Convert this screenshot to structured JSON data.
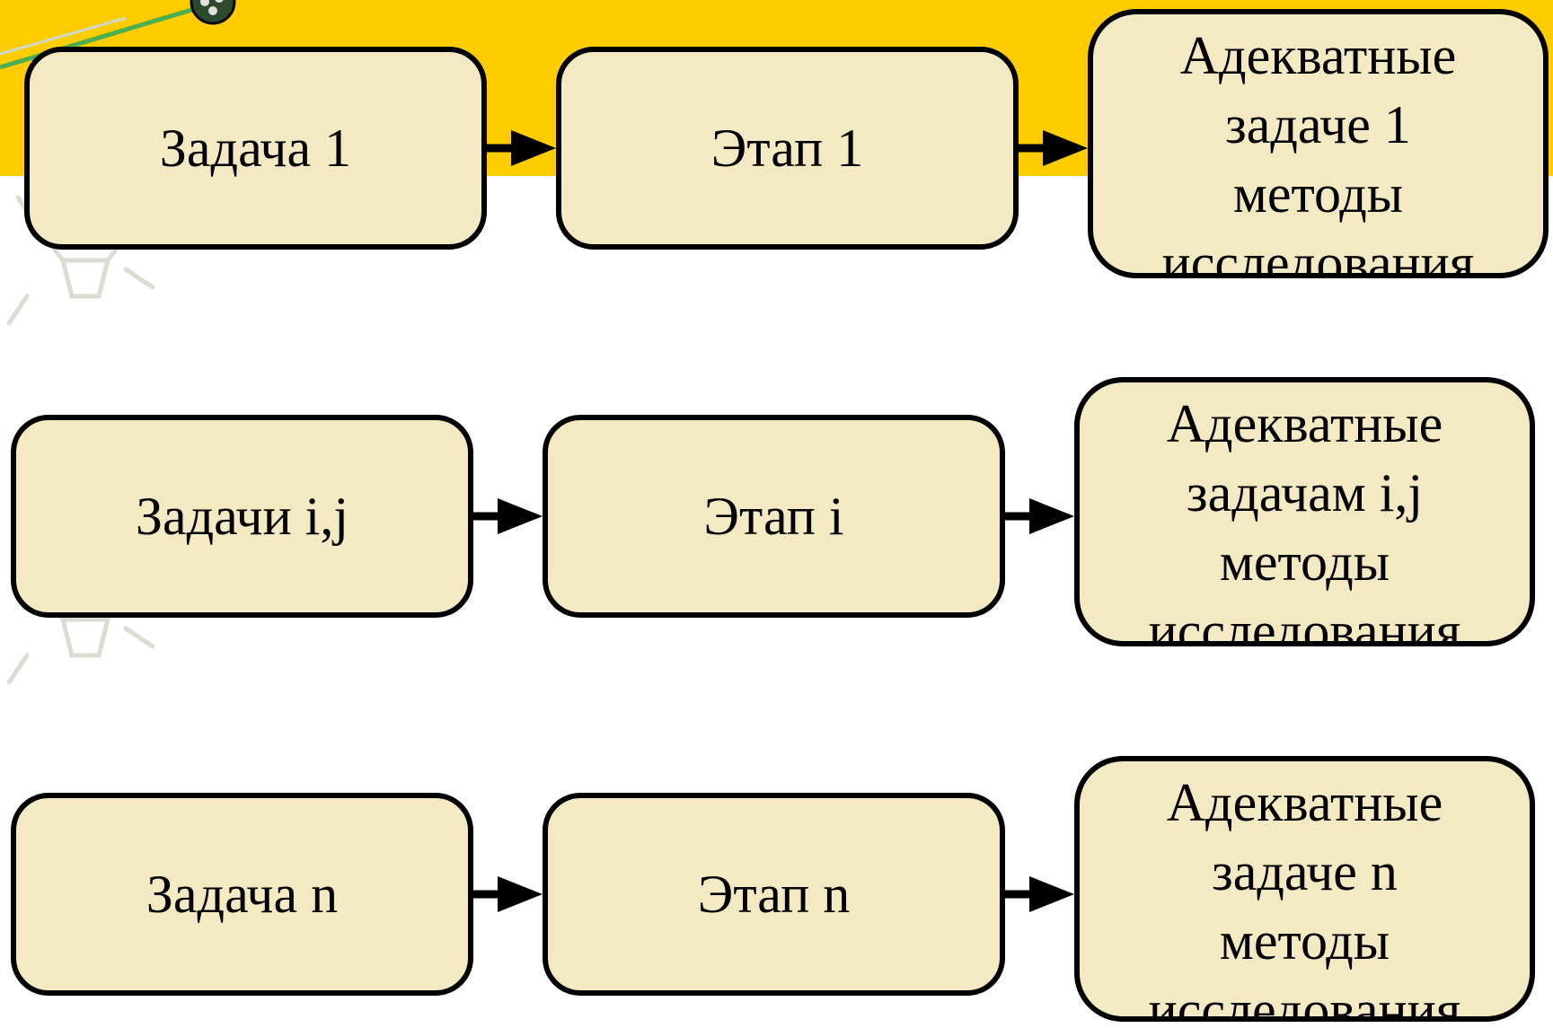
{
  "colors": {
    "band": "#ffcc00",
    "box_fill": "#f3e9c3",
    "box_border": "#000000",
    "arrow": "#000000"
  },
  "rows": [
    {
      "task": "Задача 1",
      "stage": "Этап 1",
      "methods": [
        "Адекватные",
        "задаче 1",
        "методы",
        "исследования"
      ]
    },
    {
      "task": "Задачи i,j",
      "stage": "Этап i",
      "methods": [
        "Адекватные",
        "задачам i,j",
        "методы",
        "исследования"
      ]
    },
    {
      "task": "Задача n",
      "stage": "Этап n",
      "methods": [
        "Адекватные",
        "задаче n",
        "методы",
        "исследования"
      ]
    }
  ]
}
